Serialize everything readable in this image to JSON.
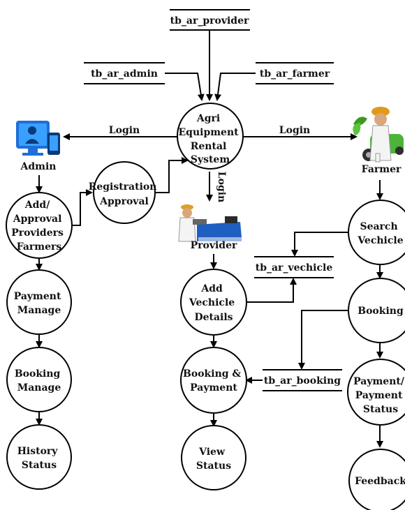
{
  "processes": {
    "center": [
      "Agri",
      "Equipment",
      "Rental",
      "System"
    ],
    "registration": [
      "Registration",
      "Approval"
    ],
    "add_approval": [
      "Add/",
      "Approval",
      "Providers",
      "Farmers"
    ],
    "payment_manage": [
      "Payment",
      "Manage"
    ],
    "booking_manage": [
      "Booking",
      "Manage"
    ],
    "history_status": [
      "History",
      "Status"
    ],
    "add_vehicle": [
      "Add",
      "Vechicle",
      "Details"
    ],
    "booking_payment": [
      "Booking &",
      "Payment"
    ],
    "view_status": [
      "View",
      "Status"
    ],
    "search_vehicle": [
      "Search",
      "Vechicle"
    ],
    "booking": [
      "Booking"
    ],
    "payment_status": [
      "Payment/",
      "Payment",
      "Status"
    ],
    "feedback": [
      "Feedback"
    ]
  },
  "stores": {
    "provider": "tb_ar_provider",
    "admin": "tb_ar_admin",
    "farmer": "tb_ar_farmer",
    "vehicle": "tb_ar_vechicle",
    "booking": "tb_ar_booking"
  },
  "actors": {
    "admin": "Admin",
    "farmer": "Farmer",
    "provider": "Provider"
  },
  "edges": {
    "login_admin": "Login",
    "login_farmer": "Login",
    "login_provider": "Login"
  },
  "icons": {
    "admin": "computer-user-icon",
    "farmer": "farmer-tractor-icon",
    "provider": "provider-machine-icon"
  }
}
